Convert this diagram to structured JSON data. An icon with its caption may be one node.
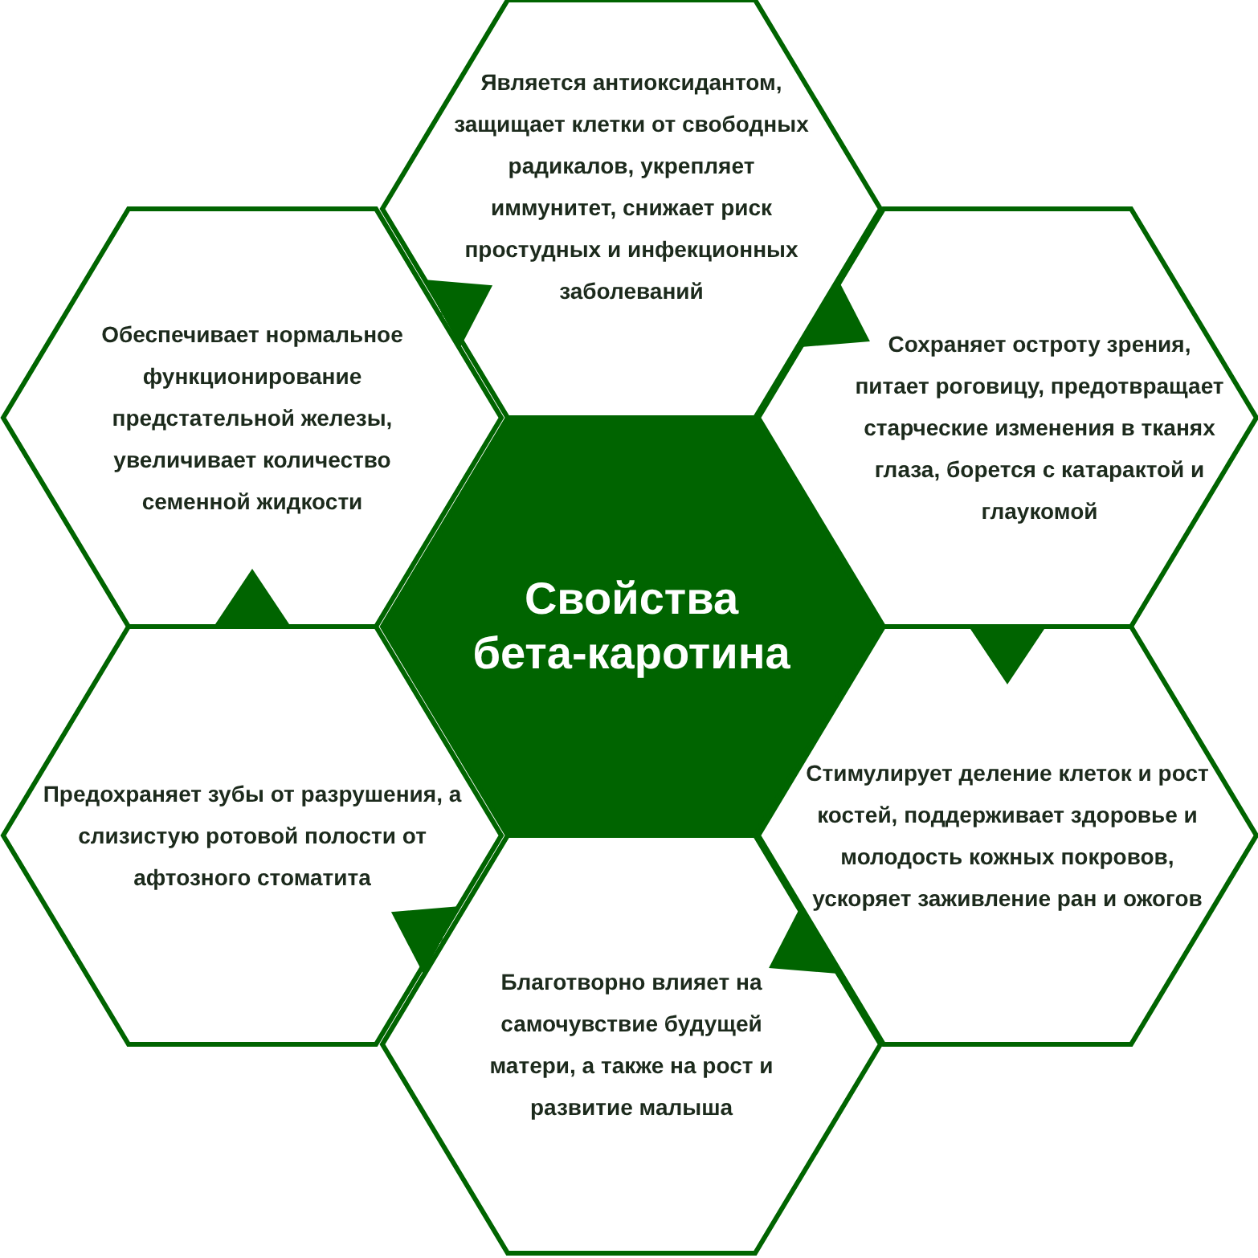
{
  "diagram": {
    "nodes": [
      {
        "text": [
          "Является антиоксидантом, защищает клетки от свободных радикалов, укрепляет иммунитет, снижает риск простудных и инфекционных заболеваний"
        ]
      },
      {
        "text": [
          "Обеспечивает нормальное функционирование предстательной железы, увеличивает количество семенной жидкости"
        ]
      },
      {
        "text": [
          "Сохраняет остроту зрения, питает роговицу, предотвращает старческие изменения в тканях глаза, борется с катарактой и глаукомой"
        ]
      },
      {
        "text": [
          "Свойства бета-каротина"
        ]
      },
      {
        "text": [
          "Предохраняет зубы от разрушения, а слизистую ротовой полости от афтозного стоматита"
        ]
      },
      {
        "text": [
          "Стимулирует деление клеток и рост костей, поддерживает здоровье и молодость кожных покровов, ускоряет заживление ран и ожогов"
        ]
      },
      {
        "text": [
          "Благотворно влияет на самочувствие будущей матери, а также на рост и развитие малыша"
        ]
      }
    ],
    "edges": [
      {
        "from": 1,
        "to": 0,
        "arrow": "to"
      },
      {
        "from": 0,
        "to": 2,
        "arrow": "to"
      },
      {
        "from": 2,
        "to": 5,
        "arrow": "to"
      },
      {
        "from": 5,
        "to": 6,
        "arrow": "to"
      },
      {
        "from": 6,
        "to": 4,
        "arrow": "to"
      },
      {
        "from": 4,
        "to": 1,
        "arrow": "to"
      }
    ]
  }
}
